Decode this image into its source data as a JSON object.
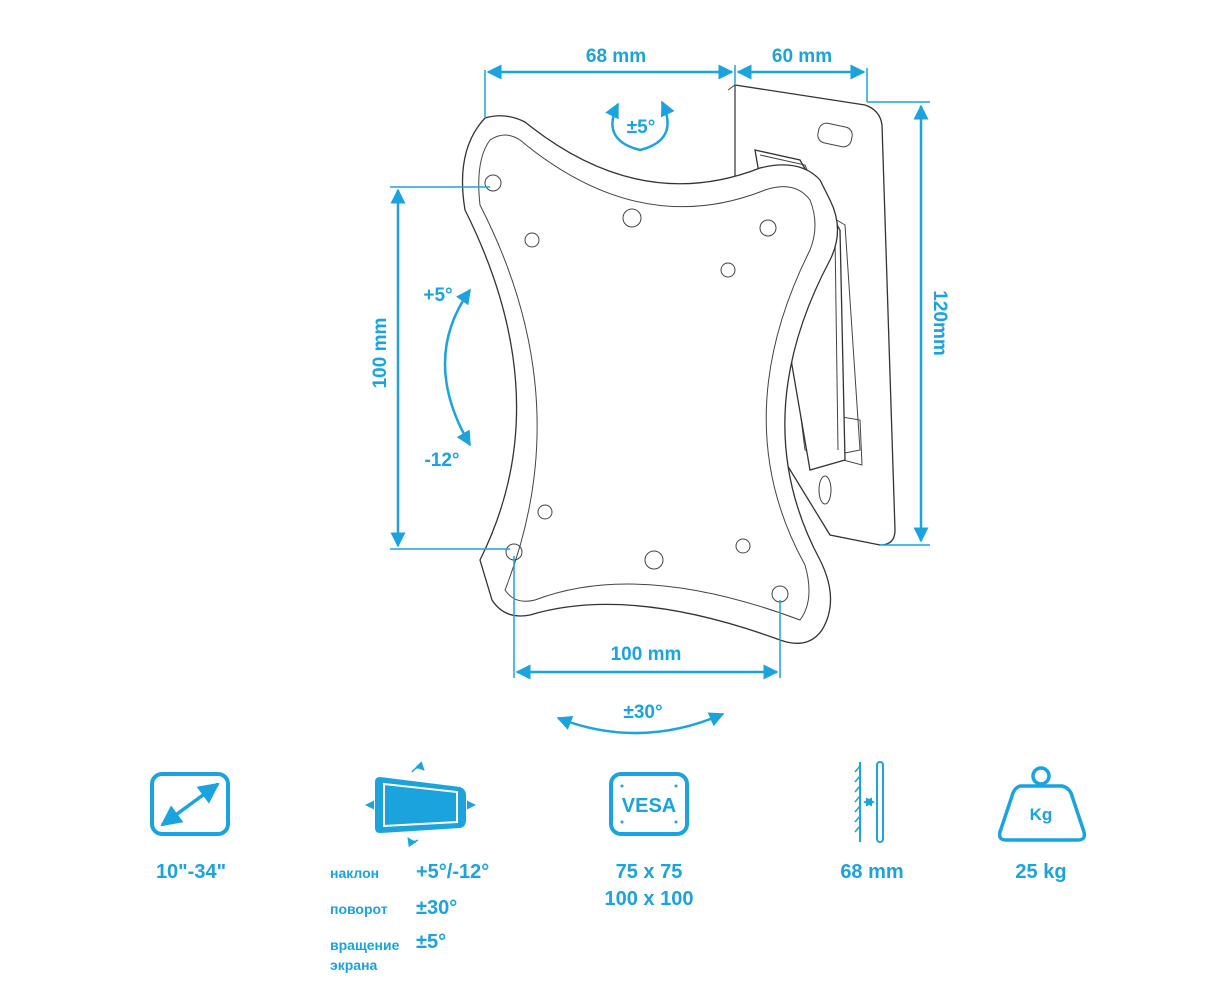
{
  "dimensions": {
    "depth_top": "68 mm",
    "wall_plate_width": "60 mm",
    "wall_plate_height": "120mm",
    "vesa_vertical": "100 mm",
    "vesa_horizontal": "100 mm",
    "rotation": "±5°",
    "tilt_up": "+5°",
    "tilt_down": "-12°",
    "swivel": "±30°"
  },
  "specs": {
    "screen_size": {
      "icon": "diagonal-arrow-icon",
      "value": "10\"-34\""
    },
    "movement": {
      "icon": "screen-movement-icon",
      "rows": [
        {
          "label": "наклон",
          "value": "+5°/-12°"
        },
        {
          "label": "поворот",
          "value": "±30°"
        },
        {
          "label": "вращение экрана",
          "value": "±5°"
        }
      ]
    },
    "vesa": {
      "icon": "vesa-icon",
      "icon_text": "VESA",
      "lines": [
        "75 x 75",
        "100 x 100"
      ]
    },
    "distance": {
      "icon": "wall-distance-icon",
      "value": "68 mm"
    },
    "load": {
      "icon": "weight-icon",
      "icon_text": "Kg",
      "value": "25 kg"
    }
  },
  "colors": {
    "accent": "#1aa3dc",
    "line": "#333333"
  }
}
